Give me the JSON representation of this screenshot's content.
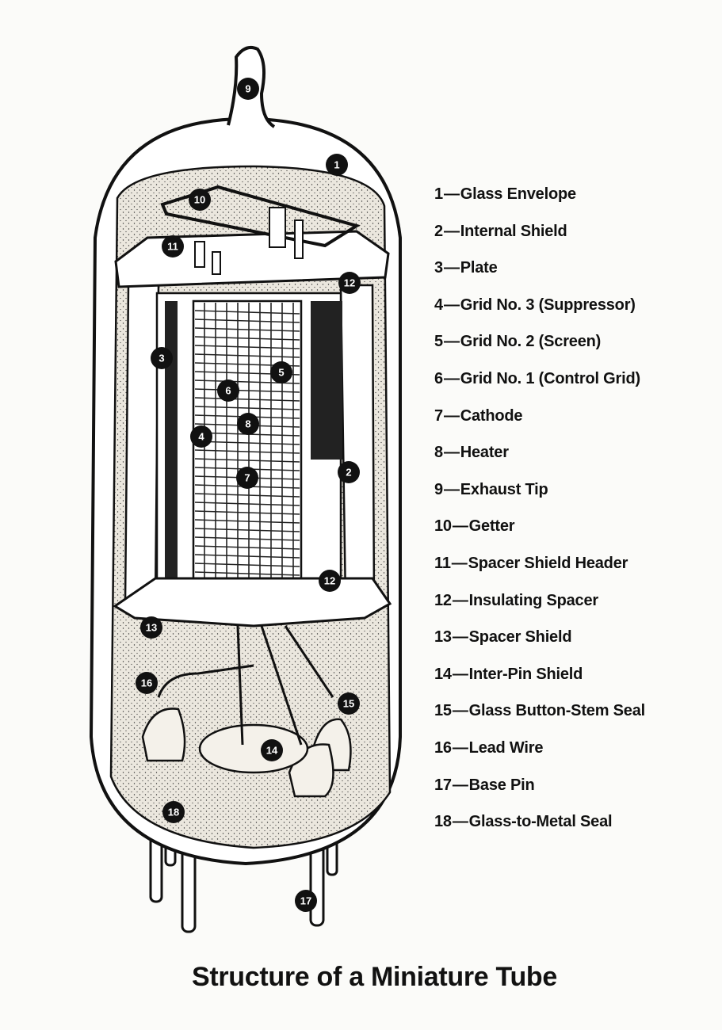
{
  "legend": [
    {
      "number": "1",
      "label": "Glass Envelope"
    },
    {
      "number": "2",
      "label": "Internal Shield"
    },
    {
      "number": "3",
      "label": "Plate"
    },
    {
      "number": "4",
      "label": "Grid No. 3 (Suppressor)"
    },
    {
      "number": "5",
      "label": "Grid No. 2 (Screen)"
    },
    {
      "number": "6",
      "label": "Grid No. 1 (Control Grid)"
    },
    {
      "number": "7",
      "label": "Cathode"
    },
    {
      "number": "8",
      "label": "Heater"
    },
    {
      "number": "9",
      "label": "Exhaust Tip"
    },
    {
      "number": "10",
      "label": "Getter"
    },
    {
      "number": "11",
      "label": "Spacer Shield Header"
    },
    {
      "number": "12",
      "label": "Insulating Spacer"
    },
    {
      "number": "13",
      "label": "Spacer Shield"
    },
    {
      "number": "14",
      "label": "Inter-Pin Shield"
    },
    {
      "number": "15",
      "label": "Glass Button-Stem Seal"
    },
    {
      "number": "16",
      "label": "Lead Wire"
    },
    {
      "number": "17",
      "label": "Base Pin"
    },
    {
      "number": "18",
      "label": "Glass-to-Metal Seal"
    }
  ],
  "callouts": [
    "9",
    "1",
    "10",
    "11",
    "12",
    "3",
    "5",
    "6",
    "8",
    "4",
    "7",
    "2",
    "12",
    "13",
    "16",
    "15",
    "14",
    "18",
    "17"
  ],
  "caption": "Structure of a Miniature Tube",
  "colors": {
    "ink": "#111111",
    "paper": "#fbfbf9",
    "stipple": "#e6e2d8"
  }
}
